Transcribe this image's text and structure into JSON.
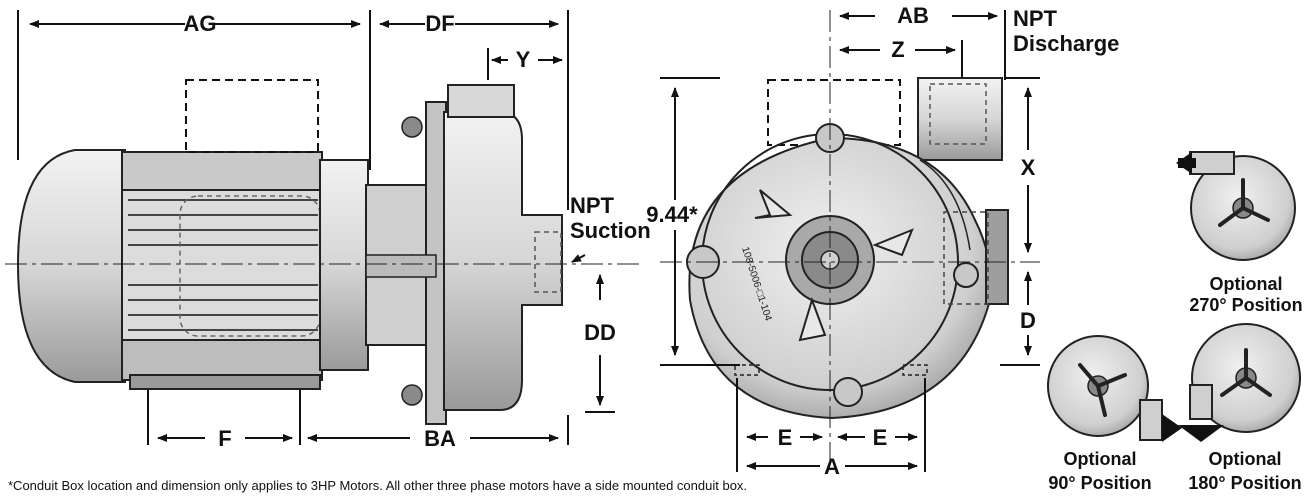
{
  "labels": {
    "ag": "AG",
    "df": "DF",
    "y": "Y",
    "ab": "AB",
    "z": "Z",
    "x": "X",
    "d": "D",
    "dd": "DD",
    "f": "F",
    "ba": "BA",
    "e_left": "E",
    "e_right": "E",
    "a": "A",
    "nine44": "9.44*",
    "npt_discharge_1": "NPT",
    "npt_discharge_2": "Discharge",
    "npt_suction_1": "NPT",
    "npt_suction_2": "Suction",
    "opt270_1": "Optional",
    "opt270_2": "270° Position",
    "opt90_1": "Optional",
    "opt90_2": "90° Position",
    "opt180_1": "Optional",
    "opt180_2": "180° Position",
    "part_number": "108-5006-□1-104"
  },
  "footnote": "*Conduit Box location and dimension only applies to 3HP Motors.  All other three phase motors have a side mounted conduit box."
}
